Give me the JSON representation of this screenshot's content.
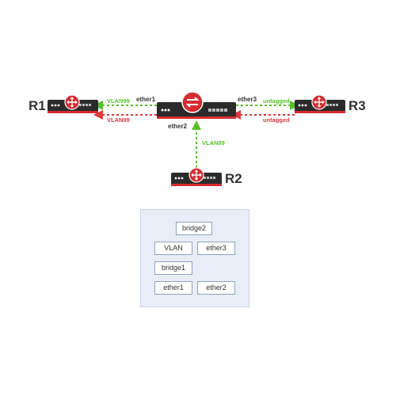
{
  "routers": {
    "r1": {
      "label": "R1"
    },
    "r2": {
      "label": "R2"
    },
    "r3": {
      "label": "R3"
    }
  },
  "links": {
    "r1_green": "VLAN99",
    "r1_red": "VLAN99",
    "r3_green": "untagged",
    "r3_red": "untagged",
    "r2_green": "VLAN99"
  },
  "ports": {
    "ether1": "ether1",
    "ether2": "ether2",
    "ether3": "ether3"
  },
  "bridge_diagram": {
    "bridge2": "bridge2",
    "vlan": "VLAN",
    "ether3": "ether3",
    "bridge1": "bridge1",
    "ether1": "ether1",
    "ether2": "ether2"
  },
  "colors": {
    "green": "#56c02b",
    "red": "#e0383c",
    "device": "#2b2b2b",
    "accent": "#d62b2f"
  },
  "icons": {
    "router": "router-icon",
    "switch": "switch-icon"
  }
}
